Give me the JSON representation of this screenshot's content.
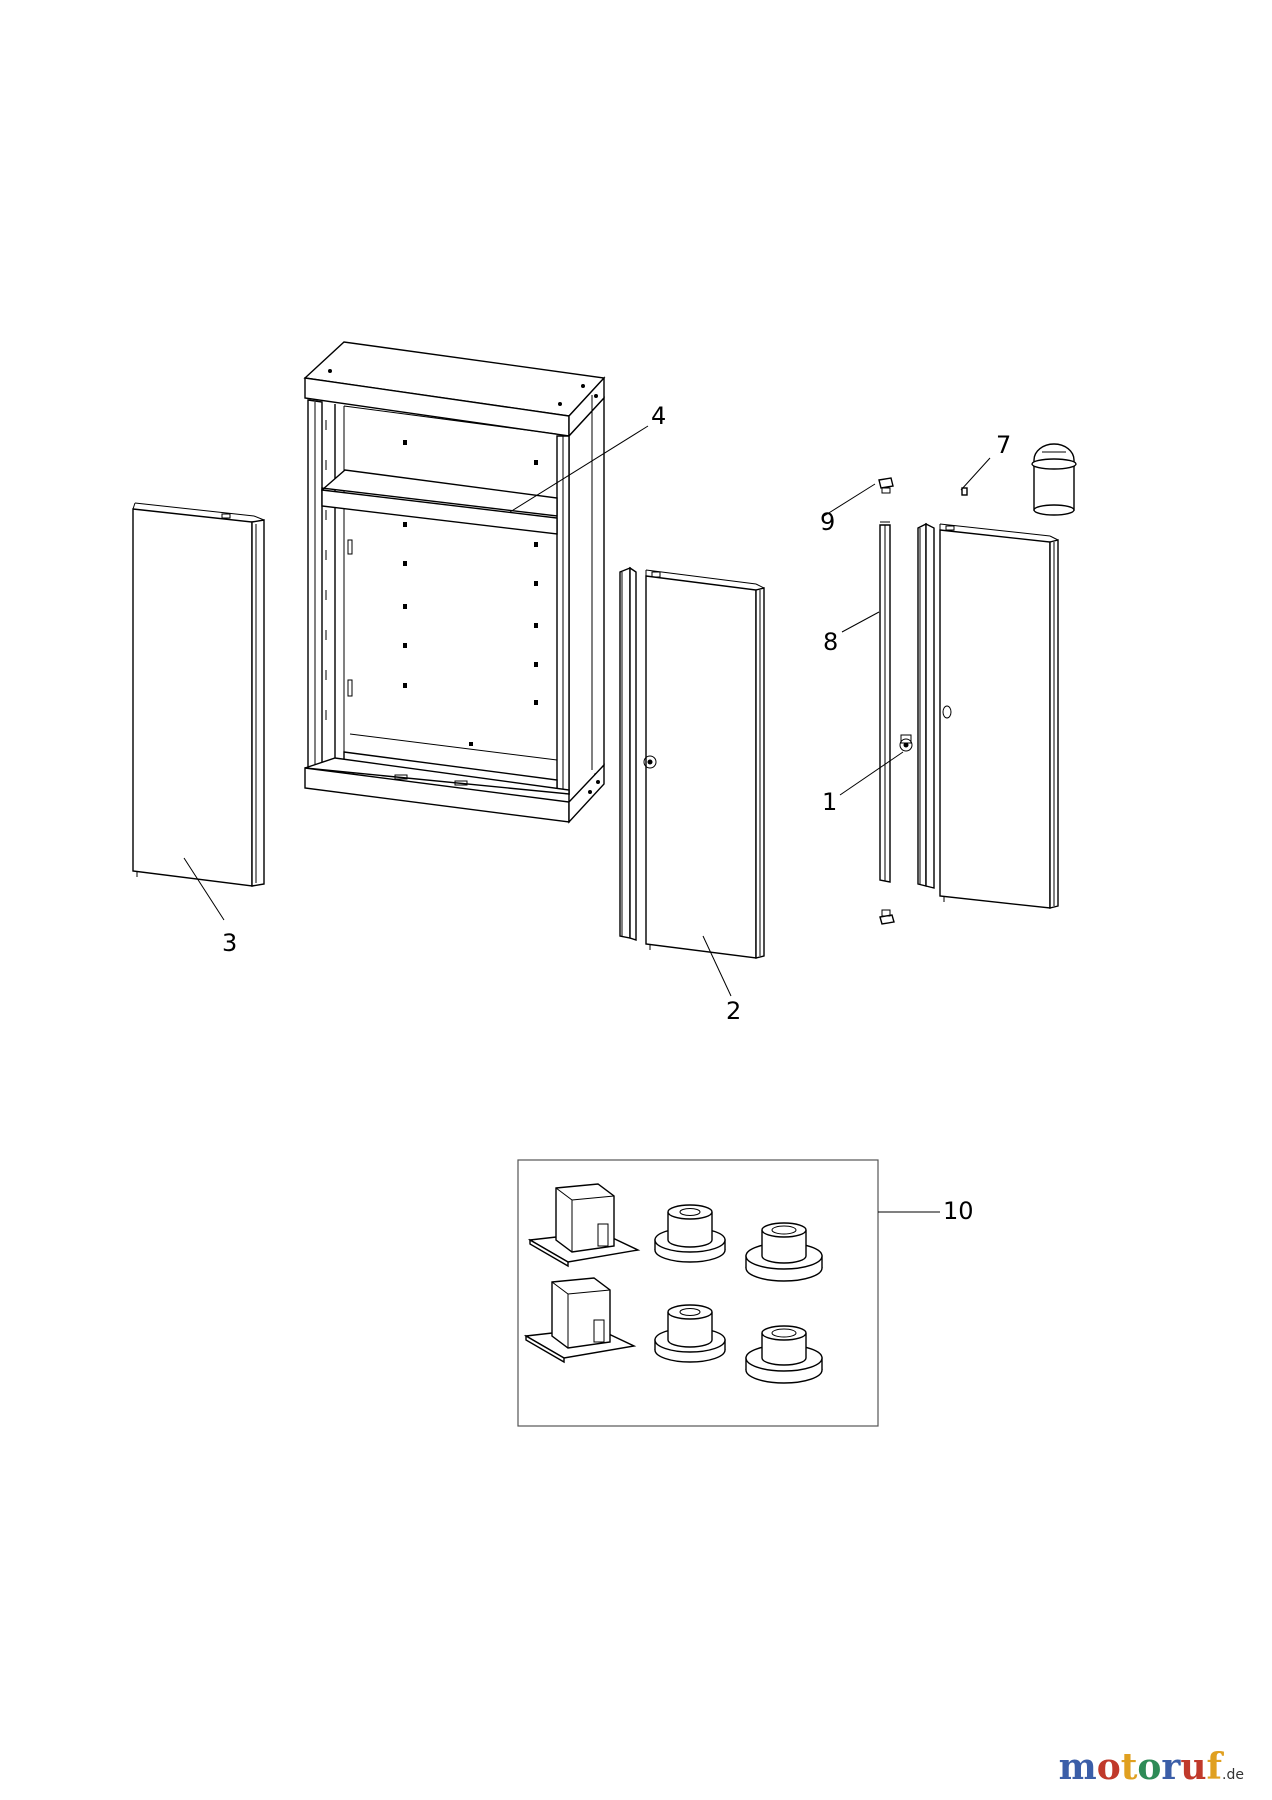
{
  "callouts": {
    "c1": "1",
    "c2": "2",
    "c3": "3",
    "c4": "4",
    "c7": "7",
    "c8": "8",
    "c9": "9",
    "c10": "10"
  },
  "logo": {
    "text": "motoruf",
    "suffix": ".de",
    "letter_colors": [
      "#3b5ea8",
      "#c0392b",
      "#e0a020",
      "#2e8b57",
      "#3b5ea8",
      "#c0392b",
      "#e0a020"
    ]
  }
}
